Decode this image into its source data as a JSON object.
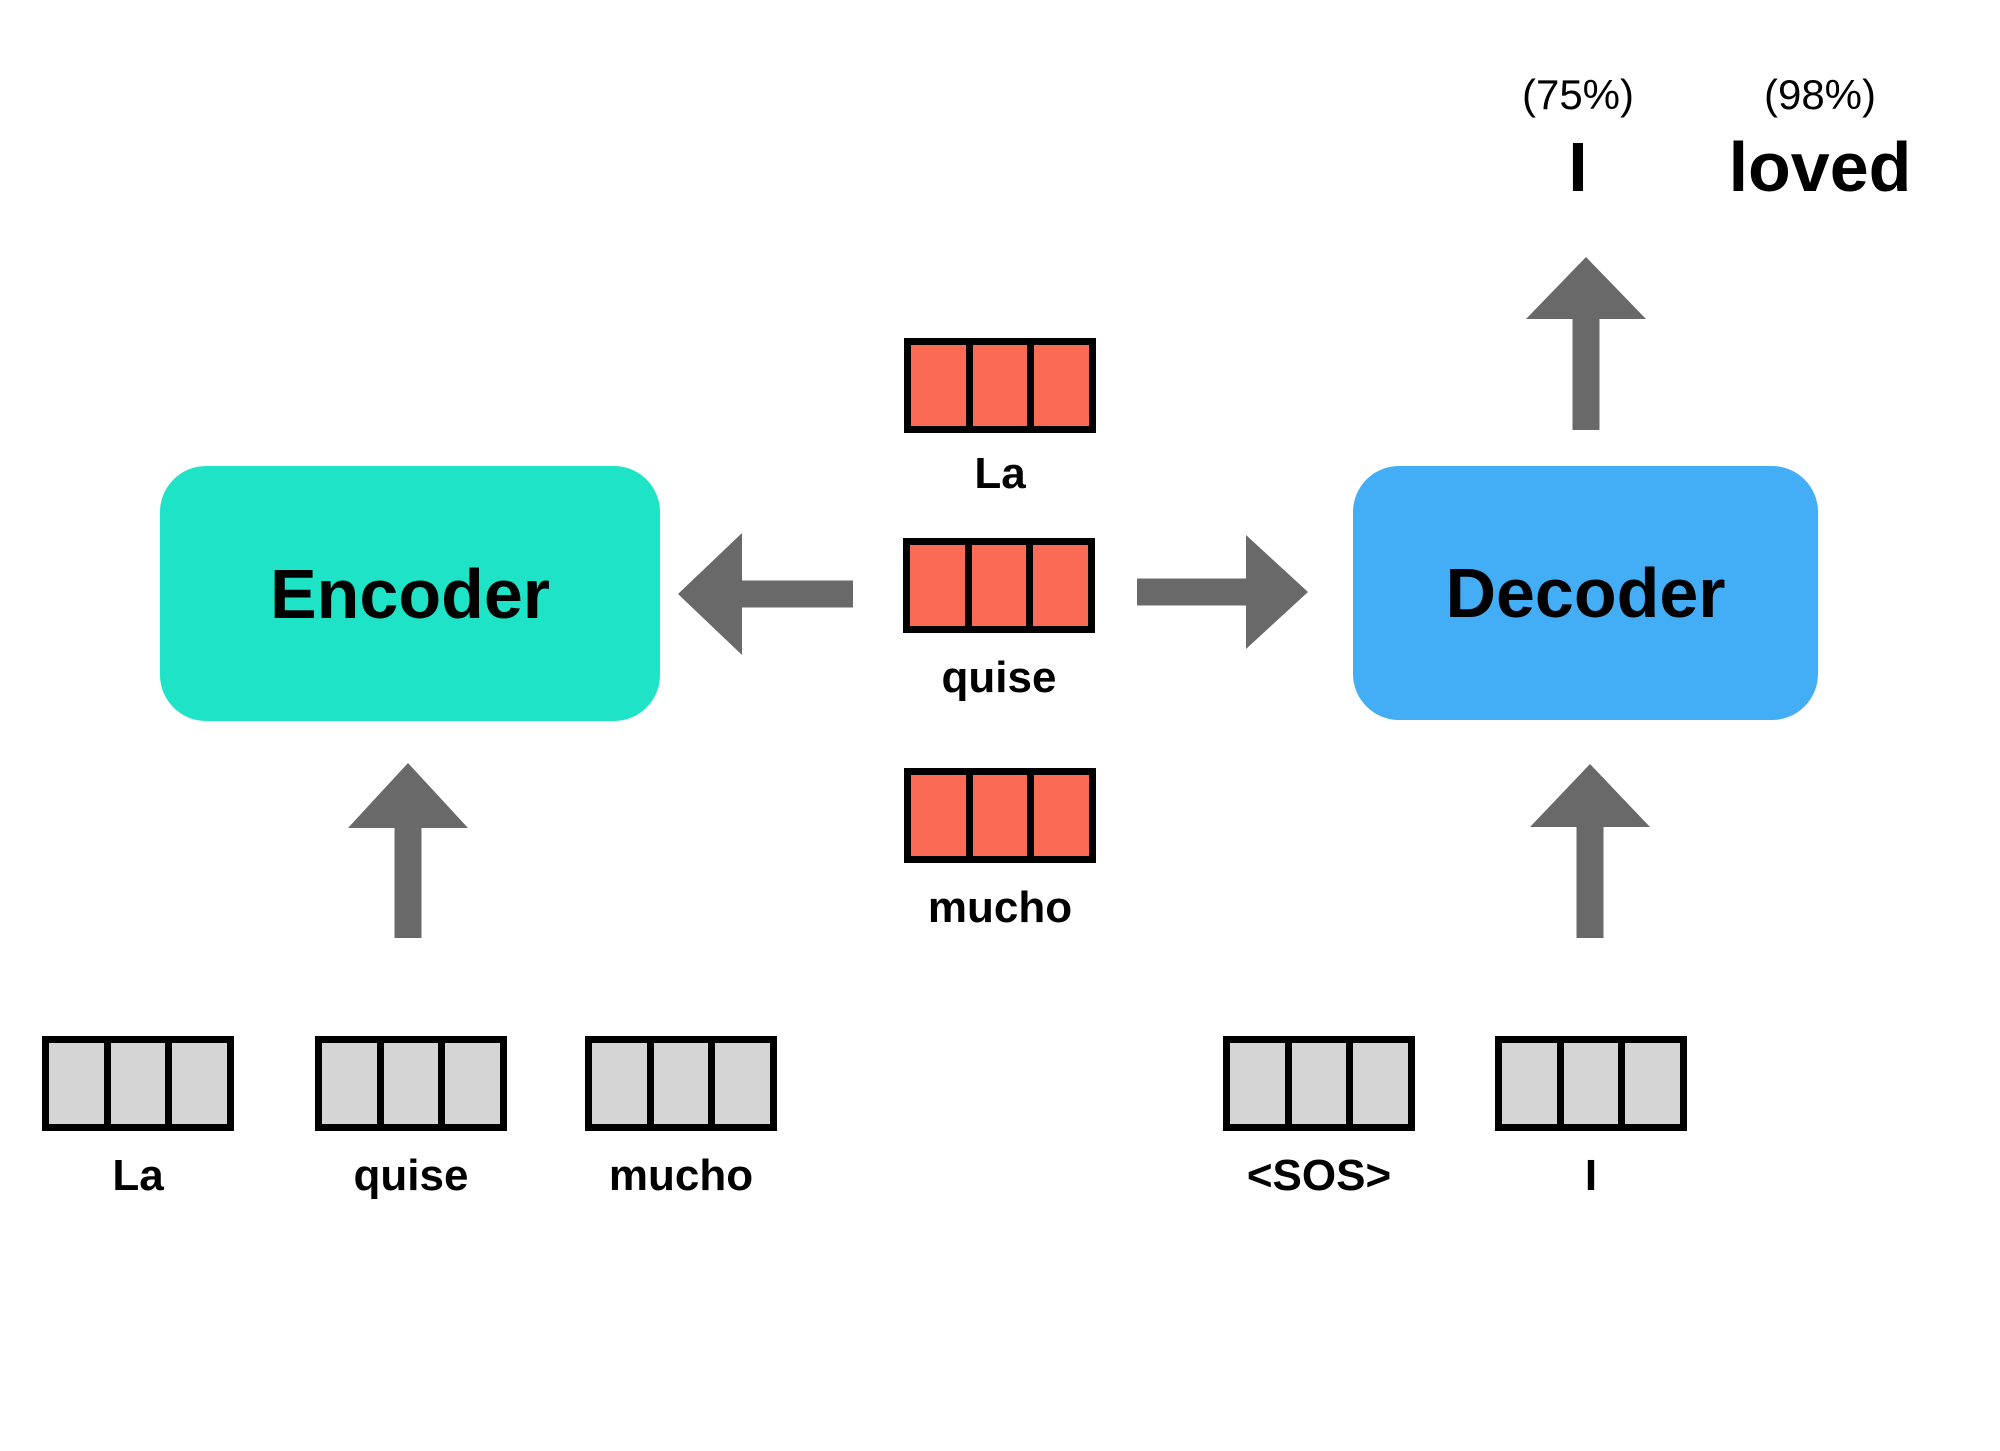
{
  "diagram": {
    "encoder": {
      "label": "Encoder"
    },
    "decoder": {
      "label": "Decoder"
    },
    "context_vectors": [
      {
        "word": "La"
      },
      {
        "word": "quise"
      },
      {
        "word": "mucho"
      }
    ],
    "encoder_inputs": [
      {
        "word": "La"
      },
      {
        "word": "quise"
      },
      {
        "word": "mucho"
      }
    ],
    "decoder_inputs": [
      {
        "word": "<SOS>"
      },
      {
        "word": "I"
      }
    ],
    "decoder_outputs": [
      {
        "word": "I",
        "probability": "(75%)"
      },
      {
        "word": "loved",
        "probability": "(98%)"
      }
    ],
    "colors": {
      "encoder_fill": "#1FE3C6",
      "decoder_fill": "#43ADF5",
      "context_cell": "#FB6A55",
      "input_cell": "#D5D5D5",
      "arrow": "#696969",
      "border": "#000000",
      "text": "#000000",
      "background": "#FFFFFF"
    }
  }
}
